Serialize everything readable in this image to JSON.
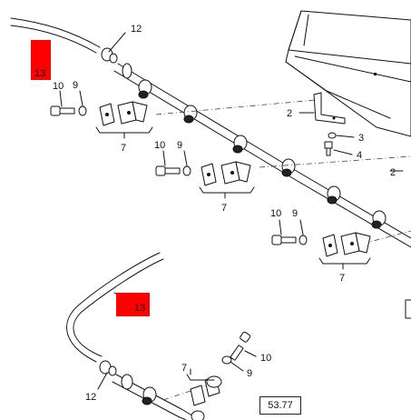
{
  "callouts": {
    "c12_top": "12",
    "c13_top": "13",
    "c10_a": "10",
    "c9_a": "9",
    "c7_a": "7",
    "c2_a": "2",
    "c3": "3",
    "c4": "4",
    "c2_b": "2",
    "c10_b": "10",
    "c9_b": "9",
    "c7_b": "7",
    "c10_c": "10",
    "c9_c": "9",
    "c7_c": "7",
    "c13_bottom": "13",
    "c7_d": "7",
    "c10_d": "10",
    "c9_d": "9",
    "c12_bottom": "12"
  },
  "reference": "53.77",
  "colors": {
    "highlight": "#ff0000",
    "line": "#111111"
  }
}
